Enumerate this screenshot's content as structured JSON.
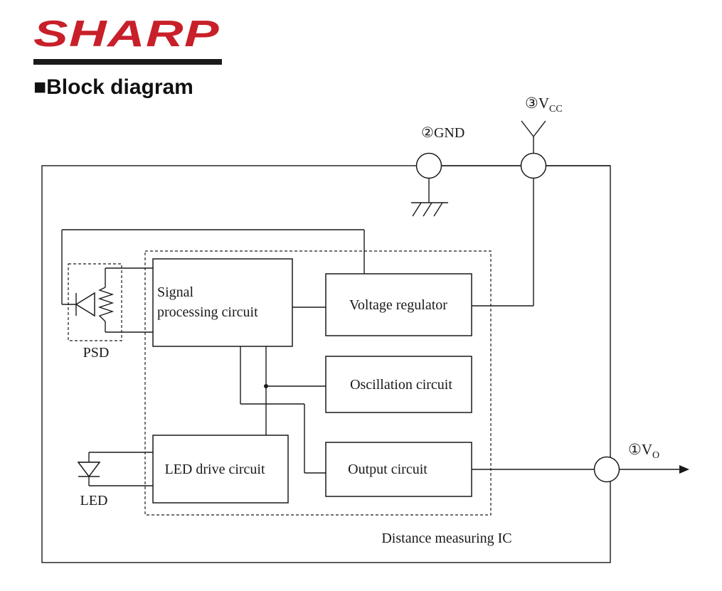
{
  "brand": {
    "logo_text": "SHARP",
    "logo_color": "#c8202a"
  },
  "header": {
    "title_marker": "■",
    "title": "Block diagram"
  },
  "pins": {
    "vcc": {
      "number": "③",
      "label": "V",
      "subscript": "CC"
    },
    "gnd": {
      "number": "②",
      "label": "GND"
    },
    "vo": {
      "number": "①",
      "label": "V",
      "subscript": "O"
    }
  },
  "blocks": {
    "signal_line1": "Signal",
    "signal_line2": "processing circuit",
    "voltage_regulator": "Voltage regulator",
    "oscillation": "Oscillation circuit",
    "led_drive": "LED drive circuit",
    "output": "Output circuit"
  },
  "components": {
    "psd": "PSD",
    "led": "LED"
  },
  "ic_label": "Distance measuring IC",
  "icons": [
    "ground-icon",
    "antenna-icon",
    "psd-diode-icon",
    "led-diode-icon",
    "arrow-right-icon"
  ]
}
